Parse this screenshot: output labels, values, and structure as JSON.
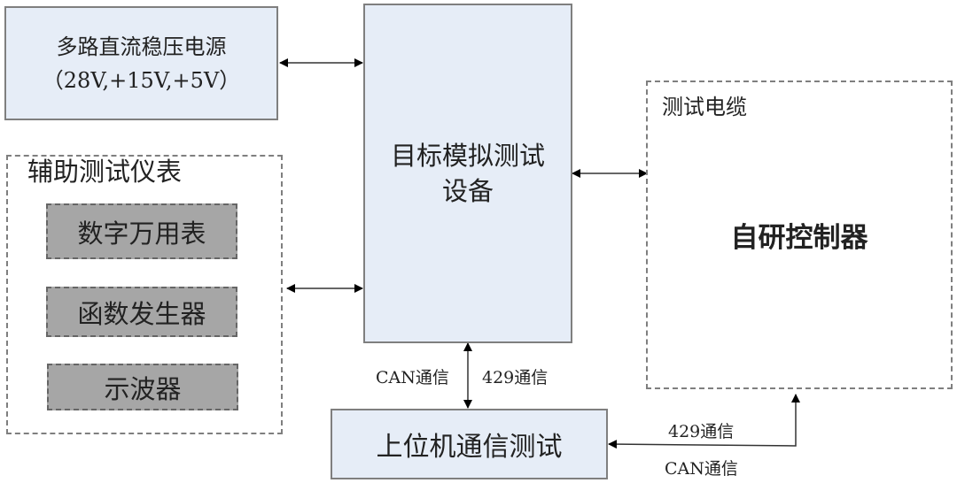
{
  "nodes": {
    "power_supply": {
      "line1": "多路直流稳压电源",
      "line2": "（28V,+15V,+5V）"
    },
    "aux_instruments": {
      "title": "辅助测试仪表",
      "items": [
        "数字万用表",
        "函数发生器",
        "示波器"
      ]
    },
    "target_sim": {
      "line1": "目标模拟测试",
      "line2": "设备"
    },
    "test_cable": {
      "title": "测试电缆",
      "controller": "自研控制器"
    },
    "host_test": {
      "label": "上位机通信测试"
    }
  },
  "edge_labels": {
    "vertical_left": "CAN通信",
    "vertical_right": "429通信",
    "bottom_upper": "429通信",
    "bottom_lower": "CAN通信"
  },
  "colors": {
    "box_fill": "#e6edf7",
    "instrument_fill": "#a6a6a6",
    "border": "#7f7f7f"
  }
}
